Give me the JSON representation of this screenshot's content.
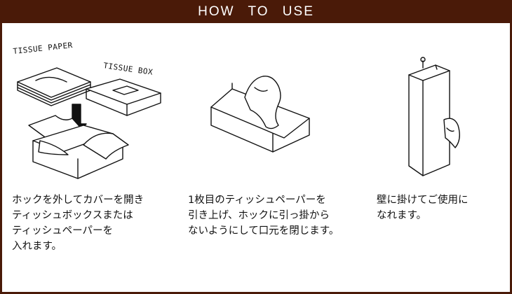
{
  "header": {
    "title": "HOW TO USE"
  },
  "steps": [
    {
      "illustration": "tissue-paper-and-box-into-cover",
      "labels": {
        "paper": "TISSUE PAPER",
        "box": "TISSUE BOX"
      },
      "text": "ホックを外してカバーを開き\nティッシュボックスまたは\nティッシュペーパーを\n入れます。"
    },
    {
      "illustration": "pull-first-tissue-up",
      "text": "1枚目のティッシュペーパーを\n引き上げ、ホックに引っ掛から\nないようにして口元を閉じます。"
    },
    {
      "illustration": "hang-on-wall",
      "text": "壁に掛けてご使用に\nなれます。"
    }
  ],
  "colors": {
    "header_bg": "#4a1a08",
    "panel_bg": "#ffffff",
    "ink": "#111111"
  }
}
